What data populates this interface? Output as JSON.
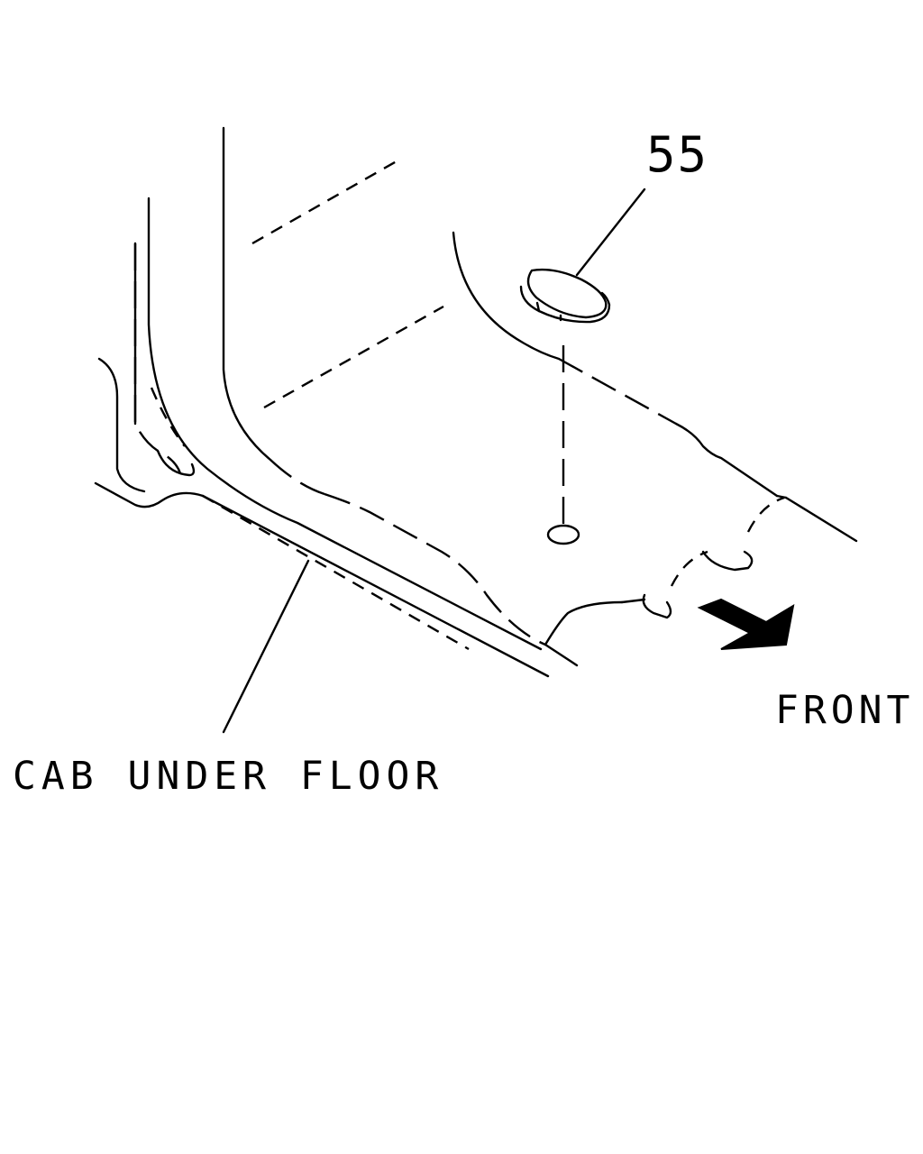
{
  "diagram": {
    "part_number": "55",
    "cab_label": "CAB UNDER FLOOR",
    "front_label": "FRONT"
  }
}
